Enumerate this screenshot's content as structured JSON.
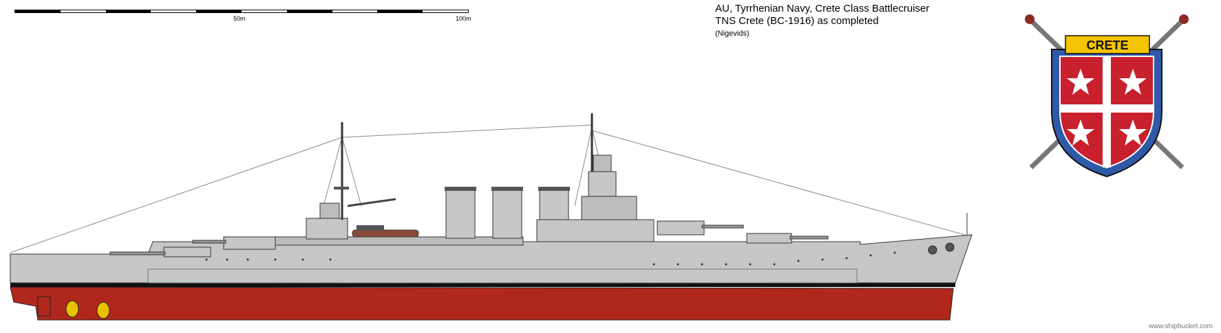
{
  "scale": {
    "mid_label": "50m",
    "end_label": "100m"
  },
  "info": {
    "line1": "AU, Tyrrhenian Navy, Crete Class Battlecruiser",
    "line2": "TNS Crete (BC-1916) as completed",
    "credit": "(Nigevids)"
  },
  "crest": {
    "banner_text": "CRETE"
  },
  "footer": {
    "watermark": "www.shipbucket.com"
  },
  "colors": {
    "hull_red": "#b0281c",
    "superstructure_grey": "#c6c6c6",
    "shield_blue": "#2f5aa8",
    "shield_red": "#c8202c",
    "banner_yellow": "#f5c400"
  }
}
